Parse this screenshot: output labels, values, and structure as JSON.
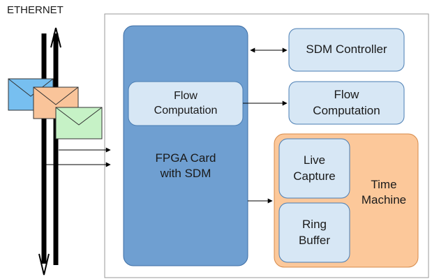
{
  "diagram": {
    "ethernet_label": "ETHERNET",
    "fpga_card": {
      "label": "FPGA Card\nwith SDM",
      "color": "#6f9fd1"
    },
    "fpga_flow": {
      "label": "Flow\nComputation"
    },
    "sdm_controller": {
      "label": "SDM Controller"
    },
    "flow_computation": {
      "label": "Flow\nComputation"
    },
    "time_machine": {
      "label": "Time\nMachine",
      "color": "#fcc89a"
    },
    "live_capture": {
      "label": "Live\nCapture"
    },
    "ring_buffer": {
      "label": "Ring\nBuffer"
    },
    "colors": {
      "inner_box": "#d7e7f5",
      "envelope_blue": "#77bff0",
      "envelope_orange": "#f9c49a",
      "envelope_green": "#c6f2c6"
    }
  }
}
